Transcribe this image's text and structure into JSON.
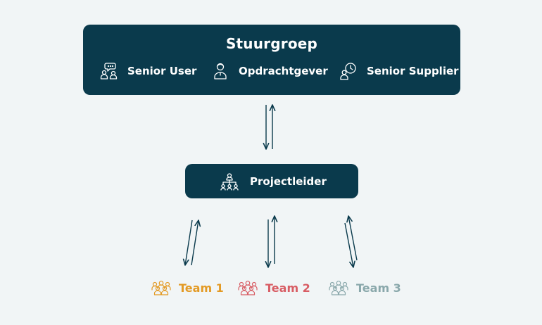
{
  "stuurgroep": {
    "title": "Stuurgroep",
    "roles": [
      {
        "label": "Senior User",
        "icon": "users-chat-icon"
      },
      {
        "label": "Opdrachtgever",
        "icon": "person-icon"
      },
      {
        "label": "Senior Supplier",
        "icon": "person-clock-icon"
      }
    ]
  },
  "projectleider": {
    "label": "Projectleider",
    "icon": "org-chart-icon"
  },
  "teams": [
    {
      "label": "Team 1",
      "color": "#e39a24",
      "icon": "group-icon"
    },
    {
      "label": "Team 2",
      "color": "#d85d64",
      "icon": "group-icon"
    },
    {
      "label": "Team 3",
      "color": "#8aa8ab",
      "icon": "group-icon"
    }
  ],
  "colors": {
    "box": "#0a3a4c",
    "background": "#f1f5f6",
    "arrow": "#0a3a4c"
  }
}
